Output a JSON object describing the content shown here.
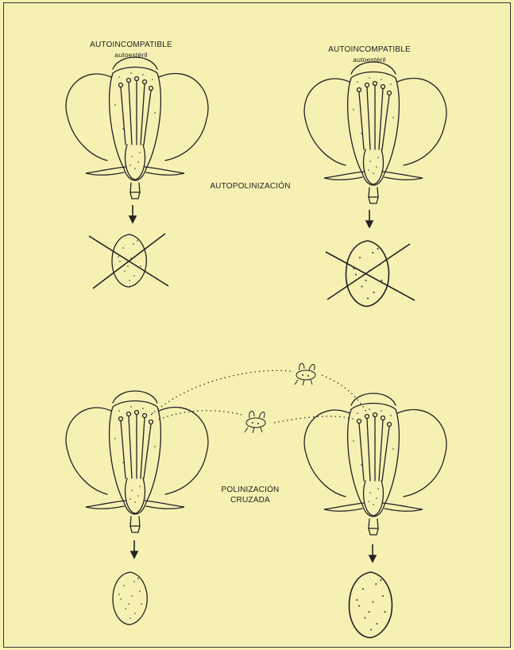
{
  "labels": {
    "left_title": "AUTOINCOMPATIBLE",
    "left_subtitle": "autoestéril",
    "right_title": "AUTOINCOMPATIBLE",
    "right_subtitle": "autoestéril",
    "self_pollination": "AUTOPOLINIZACIÓN",
    "cross_line1": "POLINIZACIÓN",
    "cross_line2": "CRUZADA"
  },
  "icons": [
    "flower-icon",
    "seed-icon",
    "cross-out-mark",
    "insect-icon",
    "arrow-down-icon",
    "pollen-path"
  ]
}
